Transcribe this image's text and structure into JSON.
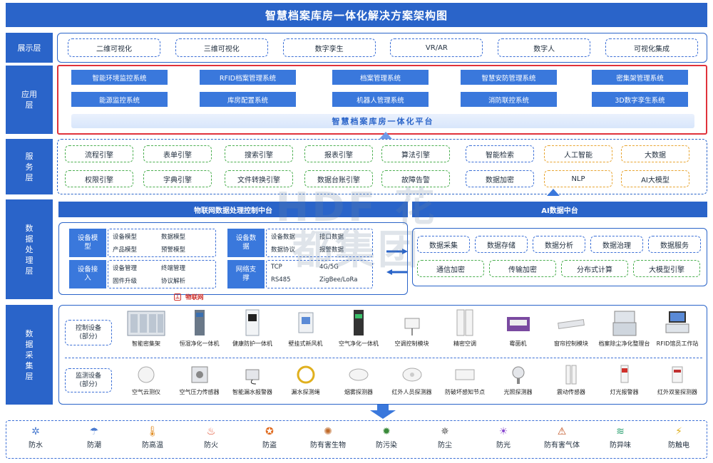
{
  "title": "智慧档案库房一体化解决方案架构图",
  "layers": {
    "display": "展示层",
    "app": "应用\n层",
    "service": "服\n务\n层",
    "data_proc": "数\n据\n处\n理\n层",
    "data_collect": "数\n据\n采\n集\n层"
  },
  "display_items": [
    "二维可视化",
    "三维可视化",
    "数字孪生",
    "VR/AR",
    "数字人",
    "可视化集成"
  ],
  "app_items": [
    "智能环境监控系统",
    "RFID档案管理系统",
    "档案管理系统",
    "智慧安防管理系统",
    "密集架管理系统",
    "能源监控系统",
    "库房配置系统",
    "机器人管理系统",
    "消防联控系统",
    "3D数字孪生系统"
  ],
  "platform": "智慧档案库房一体化平台",
  "service_items": {
    "green": [
      "流程引擎",
      "表单引擎",
      "搜索引擎",
      "报表引擎",
      "算法引擎",
      "权限引擎",
      "字典引擎",
      "文件转换引擎",
      "数据台账引擎",
      "故障告警"
    ],
    "blue": [
      "智能检索",
      "数据加密"
    ],
    "yellow": [
      "人工智能",
      "大数据",
      "NLP",
      "AI大模型"
    ]
  },
  "iot_center": {
    "title": "物联网数据处理控制中台",
    "blocks": [
      {
        "label": "设备模\n型",
        "items": [
          "设备模型",
          "数据模型",
          "产品模型",
          "预警模型"
        ]
      },
      {
        "label": "设备接\n入",
        "items": [
          "设备管理",
          "终端管理",
          "固件升级",
          "协议解析"
        ]
      },
      {
        "label": "设备数\n据",
        "items": [
          "设备数据",
          "接口数据",
          "数据协议",
          "报警数据"
        ]
      },
      {
        "label": "网络支\n撑",
        "items": [
          "TCP",
          "4G/5G",
          "RS485",
          "ZigBee/LoRa"
        ]
      }
    ],
    "iot_label": "物联网"
  },
  "ai_center": {
    "title": "AI数据中台",
    "row1": [
      "数据采集",
      "数据存储",
      "数据分析",
      "数据治理",
      "数据服务"
    ],
    "row2": [
      "通信加密",
      "传输加密",
      "分布式计算",
      "大模型引擎"
    ]
  },
  "watermark": "HDF 花都集团",
  "control_label": "控制设备\n(部分)",
  "monitor_label": "监测设备\n(部分)",
  "control_devices": [
    "智能密集架",
    "恒湿净化一体机",
    "健康防护一体机",
    "壁挂式新风机",
    "空气净化一体机",
    "空调控制模块",
    "精密空调",
    "霉菌机",
    "窗帘控制模块",
    "档案除尘净化整理台",
    "RFID馆员工作站"
  ],
  "monitor_devices": [
    "空气云测仪",
    "空气压力传感器",
    "智能漏水报警器",
    "漏水探测绳",
    "烟雾探测器",
    "红外人员探测器",
    "防破坏感知节点",
    "光照探测器",
    "震动传感器",
    "灯光报警器",
    "红外双鉴探测器"
  ],
  "protections": [
    {
      "label": "防水",
      "icon": "✲",
      "color": "#4a7bd0"
    },
    {
      "label": "防潮",
      "icon": "☂",
      "color": "#4a7bd0"
    },
    {
      "label": "防高温",
      "icon": "🌡",
      "color": "#e08a1e"
    },
    {
      "label": "防火",
      "icon": "♨",
      "color": "#e04a2a"
    },
    {
      "label": "防盗",
      "icon": "✪",
      "color": "#e06a1e"
    },
    {
      "label": "防有害生物",
      "icon": "✺",
      "color": "#c06a2a"
    },
    {
      "label": "防污染",
      "icon": "✹",
      "color": "#3a8a3a"
    },
    {
      "label": "防尘",
      "icon": "✵",
      "color": "#666666"
    },
    {
      "label": "防光",
      "icon": "☀",
      "color": "#8a4ad0"
    },
    {
      "label": "防有害气体",
      "icon": "⚠",
      "color": "#c0501e"
    },
    {
      "label": "防异味",
      "icon": "≋",
      "color": "#2aa070"
    },
    {
      "label": "防触电",
      "icon": "⚡",
      "color": "#e0b01e"
    }
  ]
}
